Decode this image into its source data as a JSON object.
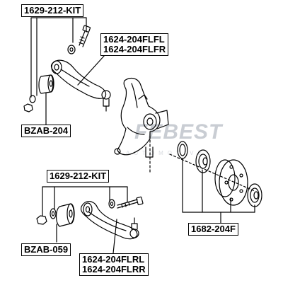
{
  "labels": {
    "upper_kit": "1629-212-KIT",
    "upper_arm_left": "1624-204FLFL",
    "upper_arm_right": "1624-204FLFR",
    "upper_bushing": "BZAB-204",
    "lower_kit": "1629-212-KIT",
    "lower_bushing": "BZAB-059",
    "lower_arm_left": "1624-204FLRL",
    "lower_arm_right": "1624-204FLRR",
    "hub_bearing": "1682-204F"
  },
  "watermark": {
    "brand": "FEBEST",
    "tagline": "AUTOMOTIVE"
  },
  "colors": {
    "line": "#000000",
    "label_border": "#000000",
    "watermark": "#c9cdd3"
  }
}
